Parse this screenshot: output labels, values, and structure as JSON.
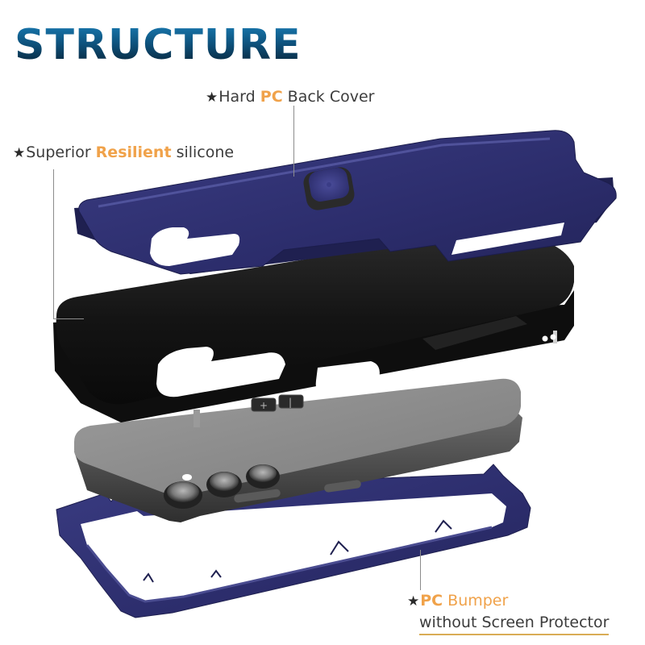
{
  "title": "STRUCTURE",
  "callouts": {
    "back_cover": {
      "star": "★",
      "prefix": "Hard ",
      "highlight": "PC",
      "suffix": " Back Cover"
    },
    "silicone": {
      "star": "★",
      "prefix": "Superior ",
      "highlight": "Resilient",
      "suffix": " silicone"
    },
    "bumper": {
      "star": "★",
      "highlight": "PC",
      "suffix": " Bumper",
      "subline": "without Screen Protector"
    }
  },
  "layers": [
    {
      "name": "Hard PC Back Cover",
      "color": "#2e2f6e"
    },
    {
      "name": "Resilient silicone inner case",
      "color": "#161616"
    },
    {
      "name": "Phone",
      "color": "#8d8d8d"
    },
    {
      "name": "PC Bumper frame",
      "color": "#2c2d6c"
    }
  ],
  "colors": {
    "accent": "#f0a24a",
    "title_top": "#1a7fb8",
    "title_bottom": "#081c2c",
    "text": "#3c3c3c",
    "leader_line": "#8c8c8c",
    "underline": "#d9ac55"
  }
}
